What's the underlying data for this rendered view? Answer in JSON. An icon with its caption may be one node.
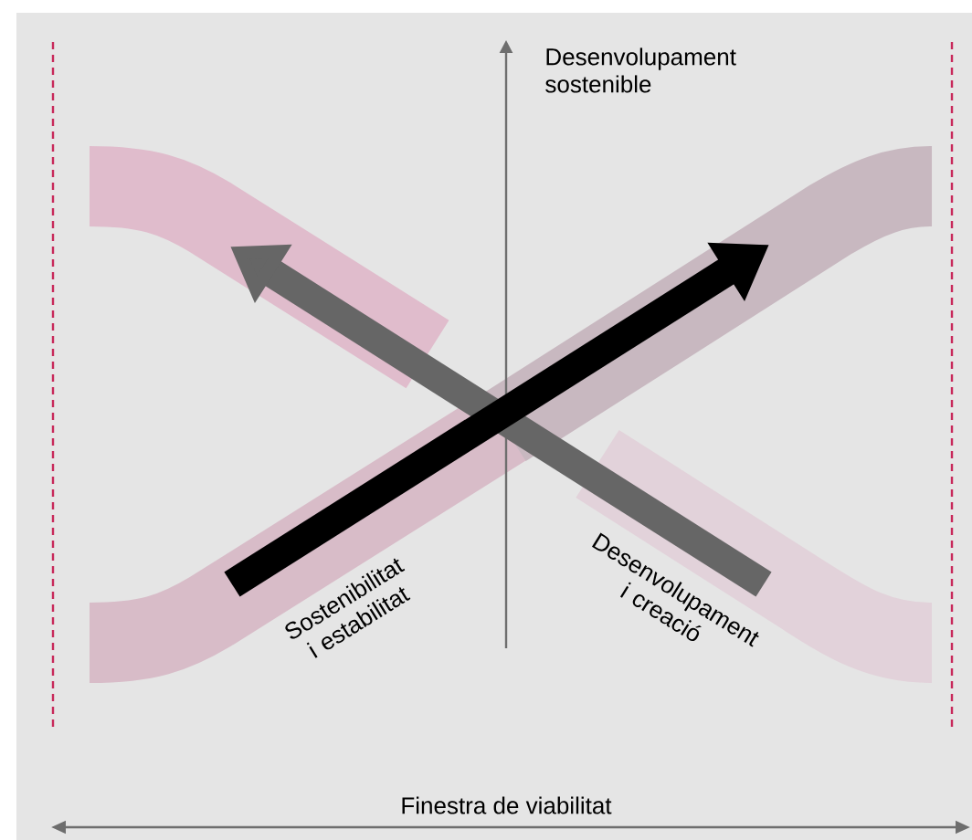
{
  "diagram": {
    "labels": [
      "Desenvolupament sostenible",
      "Sostenibilitat i estabilitat",
      "Desenvolupament i creació",
      "Finestra de viabilitat"
    ]
  }
}
